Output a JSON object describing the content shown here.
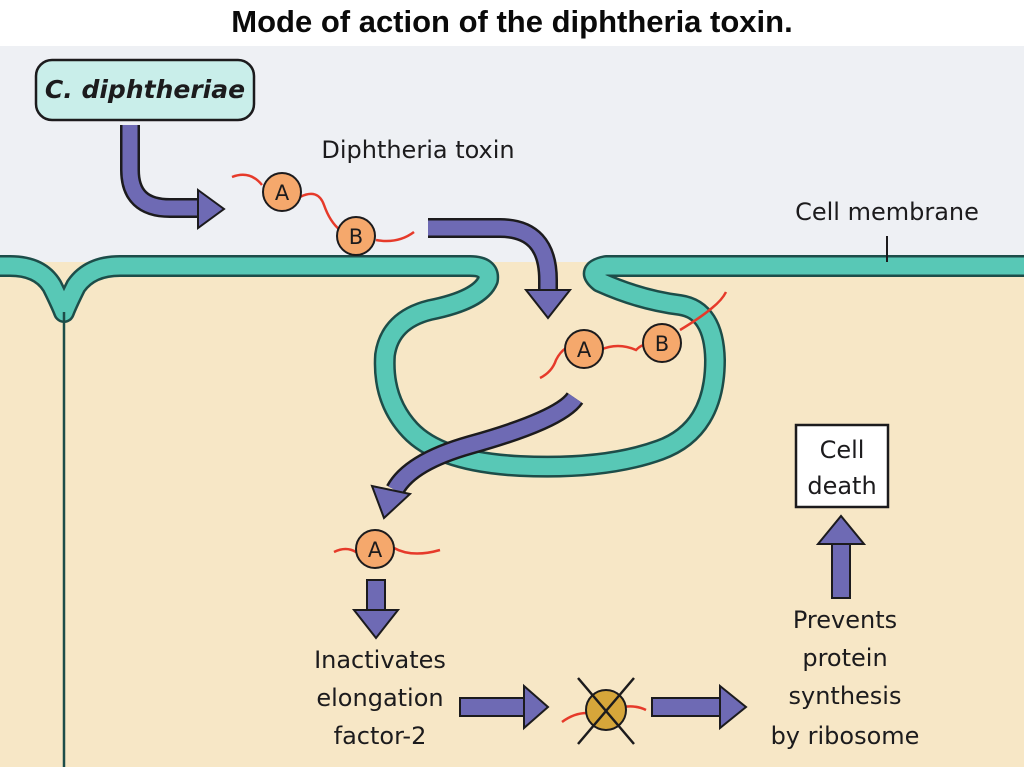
{
  "title": "Mode of action of the diphtheria toxin.",
  "labels": {
    "organism": "C. diphtheriae",
    "toxin": "Diphtheria toxin",
    "cell_membrane": "Cell membrane",
    "inactivates_line1": "Inactivates",
    "inactivates_line2": "elongation",
    "inactivates_line3": "factor-2",
    "prevents_line1": "Prevents",
    "prevents_line2": "protein",
    "prevents_line3": "synthesis",
    "prevents_line4": "by ribosome",
    "cell_death_line1": "Cell",
    "cell_death_line2": "death"
  },
  "subunits": {
    "a": "A",
    "b": "B"
  },
  "colors": {
    "membrane": "#58c8b6",
    "membrane_edge": "#1d4d49",
    "cytoplasm": "#f7e7c6",
    "outside": "#eef0f4",
    "arrow": "#6e6ab4",
    "subunit_fill": "#f5a86c",
    "toxin_chain": "#e63a2a",
    "ef2_fill": "#d6a63a"
  },
  "icons": {
    "inactivated_ef2": "crossed-out-circle-icon"
  }
}
